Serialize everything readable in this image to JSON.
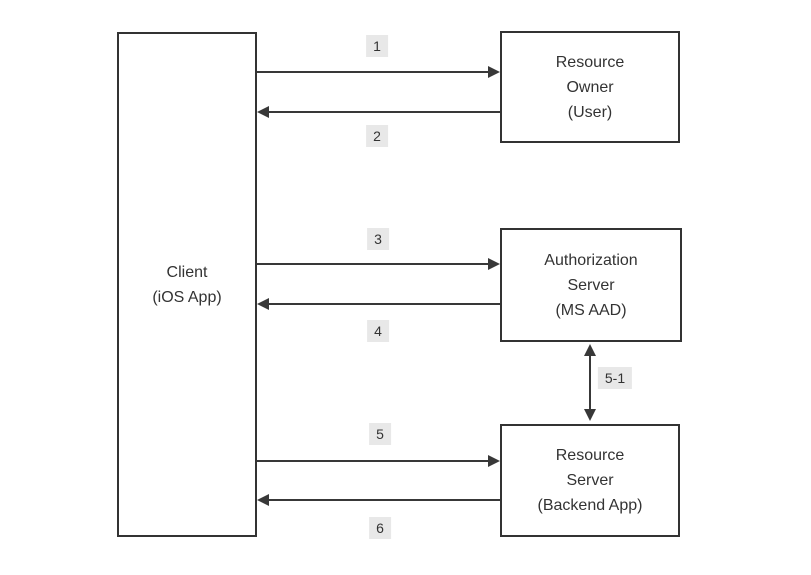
{
  "diagram": {
    "nodes": {
      "client": {
        "line1": "Client",
        "line2": "(iOS App)"
      },
      "resource_owner": {
        "line1": "Resource",
        "line2": "Owner",
        "line3": "(User)"
      },
      "authorization_server": {
        "line1": "Authorization",
        "line2": "Server",
        "line3": "(MS AAD)"
      },
      "resource_server": {
        "line1": "Resource",
        "line2": "Server",
        "line3": "(Backend App)"
      }
    },
    "steps": [
      {
        "label": "1",
        "from": "client",
        "to": "resource_owner",
        "direction": "right"
      },
      {
        "label": "2",
        "from": "resource_owner",
        "to": "client",
        "direction": "left"
      },
      {
        "label": "3",
        "from": "client",
        "to": "authorization_server",
        "direction": "right"
      },
      {
        "label": "4",
        "from": "authorization_server",
        "to": "client",
        "direction": "left"
      },
      {
        "label": "5",
        "from": "client",
        "to": "resource_server",
        "direction": "right"
      },
      {
        "label": "6",
        "from": "resource_server",
        "to": "client",
        "direction": "left"
      },
      {
        "label": "5-1",
        "from": "authorization_server",
        "to": "resource_server",
        "direction": "both"
      }
    ]
  },
  "colors": {
    "background": "#ffffff",
    "box_border": "#333333",
    "arrow": "#383838",
    "label_bg": "#e8e8e8",
    "text": "#333333"
  }
}
